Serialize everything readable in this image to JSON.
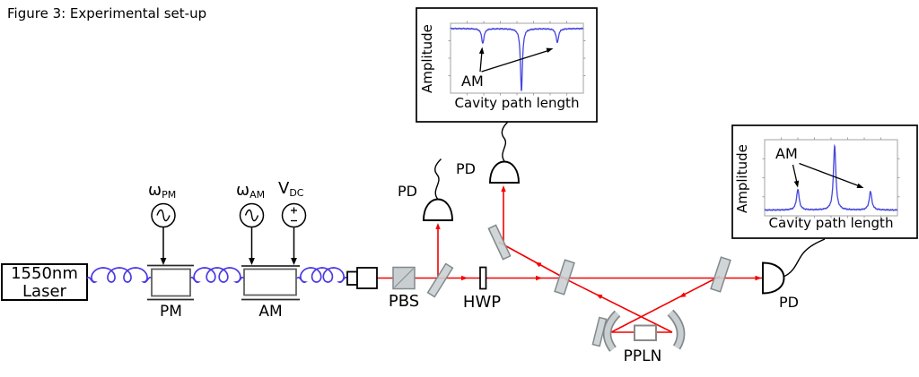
{
  "figure_title": "Figure 3: Experimental set-up",
  "colors": {
    "beam": "#f40000",
    "fiber": "#4a3be0",
    "curve": "#4545dd",
    "mirror_fill": "#c9cfd1",
    "mirror_border": "#82898c"
  },
  "laser": {
    "line1": "1550nm",
    "line2": "Laser"
  },
  "sources": {
    "pm": {
      "symbol": "ω",
      "sub": "PM"
    },
    "am": {
      "symbol": "ω",
      "sub": "AM"
    },
    "dc": {
      "symbol": "V",
      "sub": "DC"
    }
  },
  "modulators": {
    "pm_label": "PM",
    "am_label": "AM"
  },
  "components": {
    "pbs_label": "PBS",
    "hwp_label": "HWP",
    "ppln_label": "PPLN",
    "pd_reflection_label": "PD",
    "pd_cavity_label": "PD",
    "pd_transmission_label": "PD"
  },
  "chart_data": [
    {
      "type": "line",
      "id": "cavity-reflection-scan",
      "xlabel": "Cavity path length",
      "ylabel": "Amplitude",
      "annotation": "AM",
      "grid": false,
      "x_range": [
        0,
        1
      ],
      "y_range": [
        0,
        1
      ],
      "baseline": 0.925,
      "direction": "dips",
      "color": "#4545dd",
      "features": [
        {
          "x": 0.243,
          "amplitude": 0.21,
          "width": 0.011,
          "label": "AM sideband dip"
        },
        {
          "x": 0.534,
          "amplitude": 0.9,
          "width": 0.009,
          "label": "carrier dip"
        },
        {
          "x": 0.804,
          "amplitude": 0.2,
          "width": 0.011,
          "label": "AM sideband dip"
        }
      ]
    },
    {
      "type": "line",
      "id": "cavity-transmission-scan",
      "xlabel": "Cavity path length",
      "ylabel": "Amplitude",
      "annotation": "AM",
      "grid": false,
      "x_range": [
        0,
        1
      ],
      "y_range": [
        0,
        1
      ],
      "baseline": 0.075,
      "direction": "peaks",
      "color": "#4545dd",
      "features": [
        {
          "x": 0.25,
          "amplitude": 0.27,
          "width": 0.012,
          "label": "AM sideband peak"
        },
        {
          "x": 0.527,
          "amplitude": 0.85,
          "width": 0.011,
          "label": "carrier peak"
        },
        {
          "x": 0.797,
          "amplitude": 0.24,
          "width": 0.012,
          "label": "AM sideband peak"
        }
      ]
    }
  ]
}
